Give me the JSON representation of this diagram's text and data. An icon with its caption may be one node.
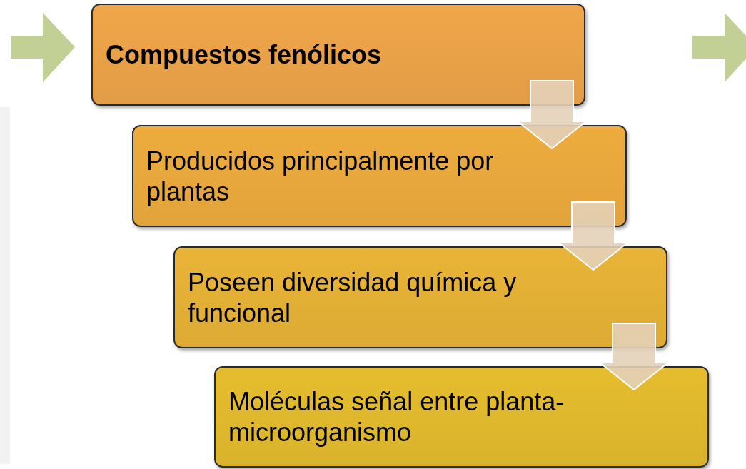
{
  "diagram": {
    "nodes": [
      {
        "text": [
          "Compuestos fenólicos"
        ]
      },
      {
        "text": [
          "Producidos principalmente por plantas"
        ]
      },
      {
        "text": [
          "Poseen diversidad química y funcional"
        ]
      },
      {
        "text": [
          "Moléculas señal entre planta-microorganismo"
        ]
      }
    ],
    "edges": [
      {
        "from": 0,
        "to": 1,
        "arrow": "to"
      },
      {
        "from": 1,
        "to": 2,
        "arrow": "to"
      },
      {
        "from": 2,
        "to": 3,
        "arrow": "to"
      }
    ]
  }
}
